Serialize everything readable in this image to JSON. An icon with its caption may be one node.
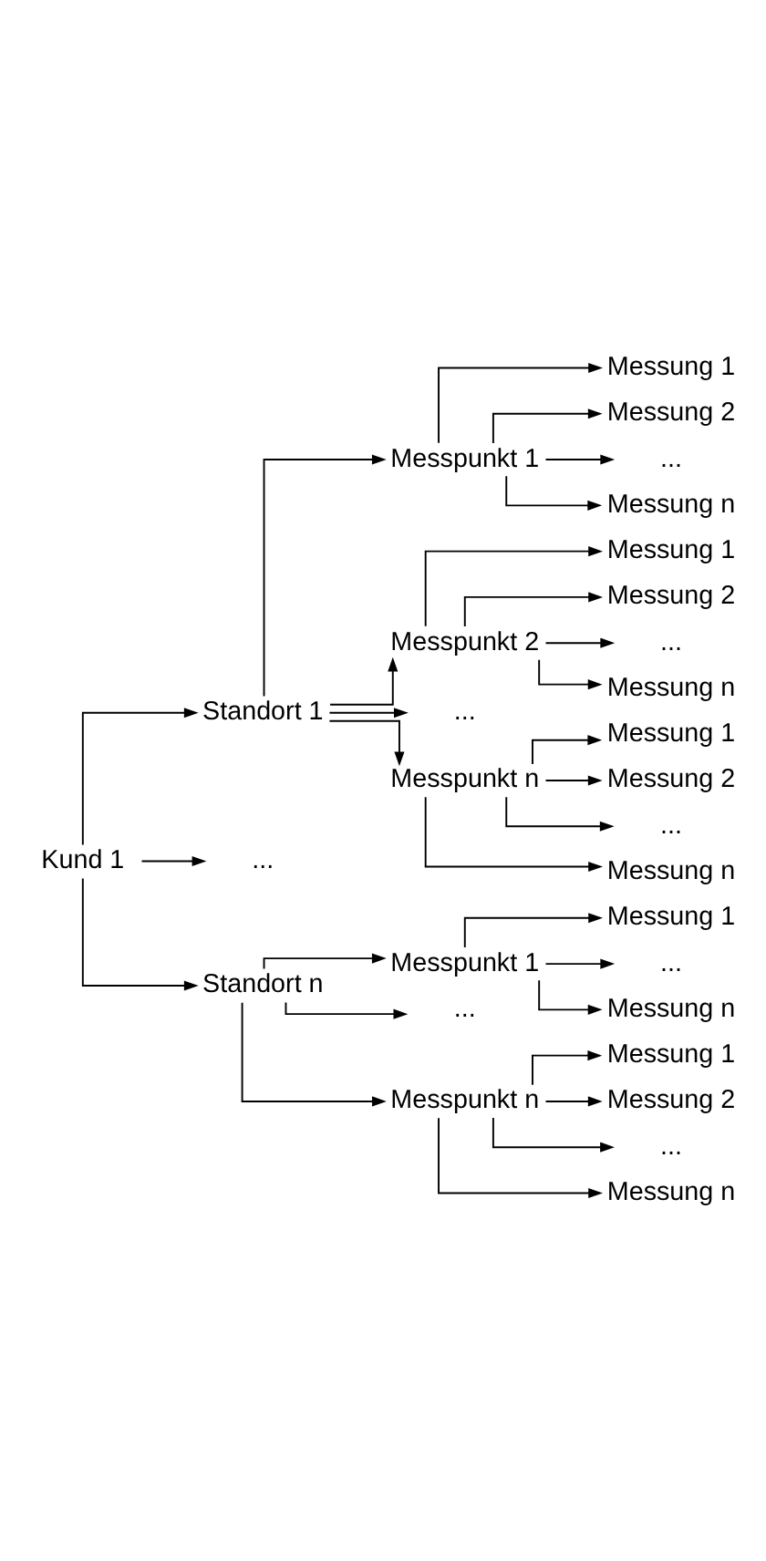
{
  "diagram": {
    "nodes": [
      {
        "text": [
          "Kund 1"
        ]
      },
      {
        "text": [
          "Standort 1"
        ]
      },
      {
        "text": [
          "Messpunkt 1"
        ]
      },
      {
        "text": [
          "Messung 1"
        ]
      },
      {
        "text": [
          "Messung 2"
        ]
      },
      {
        "text": [
          "..."
        ]
      },
      {
        "text": [
          "Messung n"
        ]
      },
      {
        "text": [
          "Messpunkt 2"
        ]
      },
      {
        "text": [
          "Messung 1"
        ]
      },
      {
        "text": [
          "Messung 2"
        ]
      },
      {
        "text": [
          "..."
        ]
      },
      {
        "text": [
          "Messung n"
        ]
      },
      {
        "text": [
          "..."
        ]
      },
      {
        "text": [
          "Messpunkt n"
        ]
      },
      {
        "text": [
          "Messung 1"
        ]
      },
      {
        "text": [
          "Messung 2"
        ]
      },
      {
        "text": [
          "..."
        ]
      },
      {
        "text": [
          "Messung n"
        ]
      },
      {
        "text": [
          "..."
        ]
      },
      {
        "text": [
          "Standort n"
        ]
      },
      {
        "text": [
          "Messpunkt 1"
        ]
      },
      {
        "text": [
          "Messung 1"
        ]
      },
      {
        "text": [
          "..."
        ]
      },
      {
        "text": [
          "Messung n"
        ]
      },
      {
        "text": [
          "..."
        ]
      },
      {
        "text": [
          "Messpunkt n"
        ]
      },
      {
        "text": [
          "Messung 1"
        ]
      },
      {
        "text": [
          "Messung 2"
        ]
      },
      {
        "text": [
          "..."
        ]
      },
      {
        "text": [
          "Messung n"
        ]
      }
    ],
    "edges": [
      {
        "from": 0,
        "to": 1,
        "arrow": "to"
      },
      {
        "from": 1,
        "to": 2,
        "arrow": "to"
      },
      {
        "from": 2,
        "to": 3,
        "arrow": "to"
      },
      {
        "from": 2,
        "to": 4,
        "arrow": "to"
      },
      {
        "from": 2,
        "to": 5,
        "arrow": "to"
      },
      {
        "from": 2,
        "to": 6,
        "arrow": "to"
      },
      {
        "from": 1,
        "to": 7,
        "arrow": "to"
      },
      {
        "from": 7,
        "to": 8,
        "arrow": "to"
      },
      {
        "from": 7,
        "to": 9,
        "arrow": "to"
      },
      {
        "from": 7,
        "to": 10,
        "arrow": "to"
      },
      {
        "from": 7,
        "to": 11,
        "arrow": "to"
      },
      {
        "from": 1,
        "to": 12,
        "arrow": "to"
      },
      {
        "from": 1,
        "to": 13,
        "arrow": "to"
      },
      {
        "from": 13,
        "to": 14,
        "arrow": "to"
      },
      {
        "from": 13,
        "to": 15,
        "arrow": "to"
      },
      {
        "from": 13,
        "to": 16,
        "arrow": "to"
      },
      {
        "from": 13,
        "to": 17,
        "arrow": "to"
      },
      {
        "from": 0,
        "to": 18,
        "arrow": "to"
      },
      {
        "from": 0,
        "to": 19,
        "arrow": "to"
      },
      {
        "from": 19,
        "to": 20,
        "arrow": "to"
      },
      {
        "from": 20,
        "to": 21,
        "arrow": "to"
      },
      {
        "from": 20,
        "to": 22,
        "arrow": "to"
      },
      {
        "from": 20,
        "to": 23,
        "arrow": "to"
      },
      {
        "from": 19,
        "to": 24,
        "arrow": "to"
      },
      {
        "from": 19,
        "to": 25,
        "arrow": "to"
      },
      {
        "from": 25,
        "to": 26,
        "arrow": "to"
      },
      {
        "from": 25,
        "to": 27,
        "arrow": "to"
      },
      {
        "from": 25,
        "to": 28,
        "arrow": "to"
      },
      {
        "from": 25,
        "to": 29,
        "arrow": "to"
      }
    ]
  }
}
